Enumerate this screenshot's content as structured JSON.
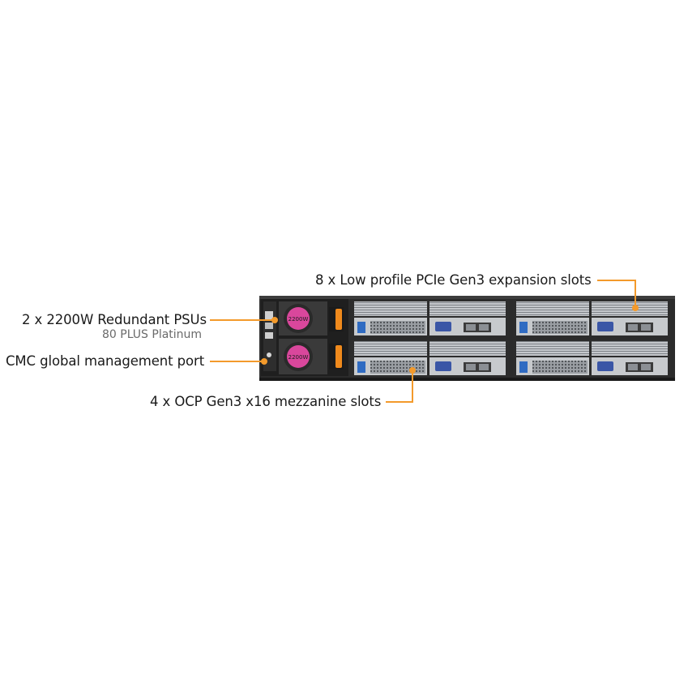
{
  "callouts": {
    "pcie": "8 x Low profile PCIe Gen3 expansion slots",
    "psu": "2 x 2200W Redundant PSUs",
    "psu_sub": "80 PLUS Platinum",
    "cmc": "CMC global management port",
    "ocp": "4 x OCP Gen3 x16 mezzanine slots"
  },
  "psu_fan_label": "2200W",
  "colors": {
    "callout_orange": "#f39a2b",
    "chassis": "#2b2b2b",
    "bay_metal": "#b9bcc0",
    "psu_pink": "#d9479c",
    "psu_handle": "#f08a1c",
    "vga_blue": "#3a56a6"
  }
}
